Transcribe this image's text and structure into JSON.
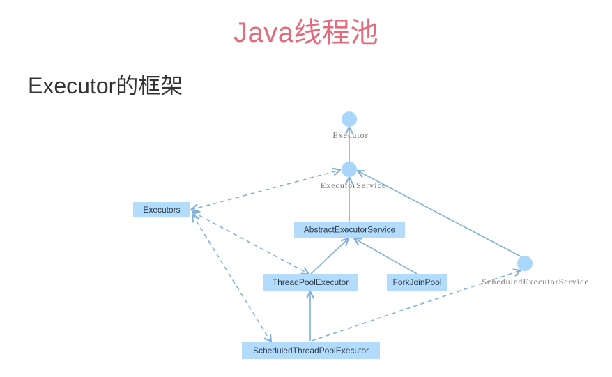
{
  "slide": {
    "title": "Java线程池",
    "heading": "Executor的框架"
  },
  "colors": {
    "title": "#e46b7c",
    "heading": "#333333",
    "class_box": "#b3dbfb",
    "interface_node": "#a9d6fb",
    "edge": "#7fb0d8"
  },
  "diagram": {
    "interfaces": [
      {
        "id": "executor",
        "label": "Executor"
      },
      {
        "id": "executor_service",
        "label": "ExecutorService"
      },
      {
        "id": "scheduled_executor_service",
        "label": "ScheduledExecutorService"
      }
    ],
    "classes": [
      {
        "id": "executors",
        "label": "Executors"
      },
      {
        "id": "abstract_executor_service",
        "label": "AbstractExecutorService"
      },
      {
        "id": "thread_pool_executor",
        "label": "ThreadPoolExecutor"
      },
      {
        "id": "fork_join_pool",
        "label": "ForkJoinPool"
      },
      {
        "id": "scheduled_thread_pool_executor",
        "label": "ScheduledThreadPoolExecutor"
      }
    ],
    "edges": [
      {
        "from": "executor_service",
        "to": "executor",
        "style": "solid",
        "kind": "extends"
      },
      {
        "from": "abstract_executor_service",
        "to": "executor_service",
        "style": "solid",
        "kind": "implements"
      },
      {
        "from": "scheduled_executor_service",
        "to": "executor_service",
        "style": "solid",
        "kind": "extends"
      },
      {
        "from": "thread_pool_executor",
        "to": "abstract_executor_service",
        "style": "solid",
        "kind": "extends"
      },
      {
        "from": "fork_join_pool",
        "to": "abstract_executor_service",
        "style": "solid",
        "kind": "extends"
      },
      {
        "from": "scheduled_thread_pool_executor",
        "to": "thread_pool_executor",
        "style": "solid",
        "kind": "extends"
      },
      {
        "from": "scheduled_thread_pool_executor",
        "to": "scheduled_executor_service",
        "style": "dashed",
        "kind": "implements"
      },
      {
        "from": "executors",
        "to": "executor_service",
        "style": "dashed",
        "kind": "creates",
        "bidirectional": true
      },
      {
        "from": "executors",
        "to": "thread_pool_executor",
        "style": "dashed",
        "kind": "creates",
        "bidirectional": true
      },
      {
        "from": "executors",
        "to": "scheduled_thread_pool_executor",
        "style": "dashed",
        "kind": "creates",
        "bidirectional": true
      }
    ]
  }
}
